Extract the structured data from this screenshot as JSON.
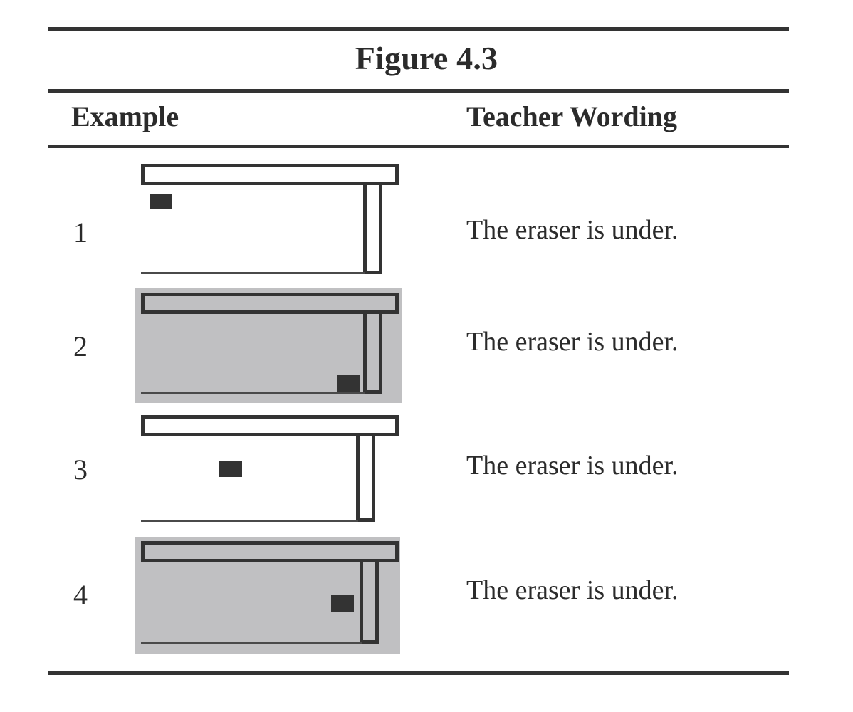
{
  "figure": {
    "title": "Figure 4.3",
    "columns": {
      "example": "Example",
      "wording": "Teacher Wording"
    },
    "rows": [
      {
        "index": "1",
        "wording": "The eraser is under.",
        "shaded": false,
        "eraser_position": "upper-left, just below the desktop"
      },
      {
        "index": "2",
        "wording": "The eraser is under.",
        "shaded": true,
        "eraser_position": "bottom-right, resting on the floor beside the leg"
      },
      {
        "index": "3",
        "wording": "The eraser is under.",
        "shaded": false,
        "eraser_position": "centered beneath the desktop"
      },
      {
        "index": "4",
        "wording": "The eraser is under.",
        "shaded": true,
        "eraser_position": "mid-height right, beside the leg"
      }
    ]
  },
  "colors": {
    "ink": "#333333",
    "shade": "#c0c0c2",
    "page": "#ffffff"
  }
}
